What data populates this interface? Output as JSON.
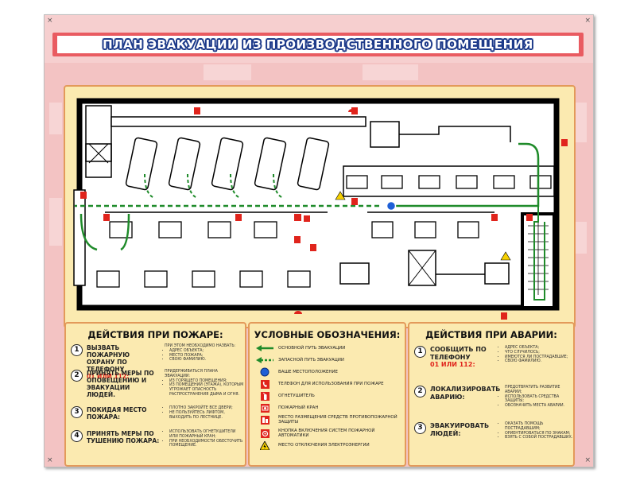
{
  "title": "ПЛАН ЭВАКУАЦИИ ИЗ ПРОИЗВОДСТВЕННОГО ПОМЕЩЕНИЯ",
  "fire_panel": {
    "title": "ДЕЙСТВИЯ ПРИ ПОЖАРЕ:",
    "steps": [
      {
        "num": "1",
        "action": "ВЫЗВАТЬ ПОЖАРНУЮ ОХРАНУ ПО ТЕЛЕФОНУ",
        "phone": "01 ИЛИ 112:",
        "header": "ПРИ ЭТОМ НЕОБХОДИМО НАЗВАТЬ:",
        "details": [
          "АДРЕС ОБЪЕКТА;",
          "МЕСТО ПОЖАРА;",
          "СВОЮ ФАМИЛИЮ."
        ]
      },
      {
        "num": "2",
        "action": "ПРИНЯТЬ МЕРЫ ПО ОПОВЕЩЕНИЮ И ЭВАКУАЦИИ ЛЮДЕЙ.",
        "header": "ПРИДЕРЖИВАТЬСЯ ПЛАНА ЭВАКУАЦИИ:",
        "details": [
          "ИЗ ГОРЯЩЕГО ПОМЕЩЕНИЯ;",
          "ИЗ ПОМЕЩЕНИЙ (ЭТАЖА), КОТОРЫМ УГРОЖАЕТ ОПАСНОСТЬ РАСПРОСТРАНЕНИЯ ДЫМА И ОГНЯ."
        ]
      },
      {
        "num": "3",
        "action": "ПОКИДАЯ МЕСТО ПОЖАРА:",
        "header": "",
        "details": [
          "ПЛОТНО ЗАКРОЙТЕ ВСЕ ДВЕРИ;",
          "НЕ ПОЛЬЗУЙТЕСЬ ЛИФТОМ, ВЫХОДИТЬ ПО ЛЕСТНИЦЕ."
        ]
      },
      {
        "num": "4",
        "action": "ПРИНЯТЬ МЕРЫ ПО ТУШЕНИЮ ПОЖАРА:",
        "header": "",
        "details": [
          "ИСПОЛЬЗОВАТЬ ОГНЕТУШИТЕЛИ ИЛИ ПОЖАРНЫЙ КРАН;",
          "ПРИ НЕОБХОДИМОСТИ ОБЕСТОЧИТЬ ПОМЕЩЕНИЕ."
        ]
      }
    ]
  },
  "legend": {
    "title": "УСЛОВНЫЕ ОБОЗНАЧЕНИЯ:",
    "items": [
      {
        "icon": "main-route-arrow",
        "label": "ОСНОВНОЙ ПУТЬ ЭВАКУАЦИИ"
      },
      {
        "icon": "backup-route-arrow",
        "label": "ЗАПАСНОЙ ПУТЬ ЭВАКУАЦИИ"
      },
      {
        "icon": "you-are-here-icon",
        "label": "ВАШЕ МЕСТОПОЛОЖЕНИЕ"
      },
      {
        "icon": "phone-icon",
        "label": "ТЕЛЕФОН ДЛЯ ИСПОЛЬЗОВАНИЯ ПРИ ПОЖАРЕ"
      },
      {
        "icon": "extinguisher-icon",
        "label": "ОГНЕТУШИТЕЛЬ"
      },
      {
        "icon": "fire-hydrant-icon",
        "label": "ПОЖАРНЫЙ КРАН"
      },
      {
        "icon": "fire-equipment-icon",
        "label": "МЕСТО РАЗМЕЩЕНИЯ СРЕДСТВ ПРОТИВОПОЖАРНОЙ ЗАЩИТЫ"
      },
      {
        "icon": "alarm-button-icon",
        "label": "КНОПКА ВКЛЮЧЕНИЯ СИСТЕМ ПОЖАРНОЙ АВТОМАТИКИ"
      },
      {
        "icon": "power-off-icon",
        "label": "МЕСТО ОТКЛЮЧЕНИЯ ЭЛЕКТРОЭНЕРГИИ"
      }
    ]
  },
  "accident_panel": {
    "title": "ДЕЙСТВИЯ ПРИ АВАРИИ:",
    "steps": [
      {
        "num": "1",
        "action": "СООБЩИТЬ ПО ТЕЛЕФОНУ",
        "phone": "01 ИЛИ 112:",
        "details": [
          "АДРЕС ОБЪЕКТА;",
          "ЧТО СЛУЧИЛОСЬ;",
          "ИМЕЮТСЯ ЛИ ПОСТРАДАВШИЕ;",
          "СВОЮ ФАМИЛИЮ."
        ]
      },
      {
        "num": "2",
        "action": "ЛОКАЛИЗИРОВАТЬ АВАРИЮ:",
        "details": [
          "ПРЕДОТВРАТИТЬ РАЗВИТИЕ АВАРИИ;",
          "ИСПОЛЬЗОВАТЬ СРЕДСТВА ЗАЩИТЫ;",
          "ОБОЗНАЧИТЬ МЕСТА АВАРИИ."
        ]
      },
      {
        "num": "3",
        "action": "ЭВАКУИРОВАТЬ ЛЮДЕЙ:",
        "details": [
          "ОКАЗАТЬ ПОМОЩЬ ПОСТРАДАВШИМ;",
          "ОРИЕНТИРОВАТЬСЯ ПО ЗНАКАМ;",
          "ВЗЯТЬ С СОБОЙ ПОСТРАДАВШИХ."
        ]
      }
    ]
  },
  "colors": {
    "main_route": "#1f8b2a",
    "you_are_here": "#1e5fd6",
    "sign_red": "#e0241c",
    "header": "#e95b61",
    "title_outline": "#1d3a8a"
  }
}
